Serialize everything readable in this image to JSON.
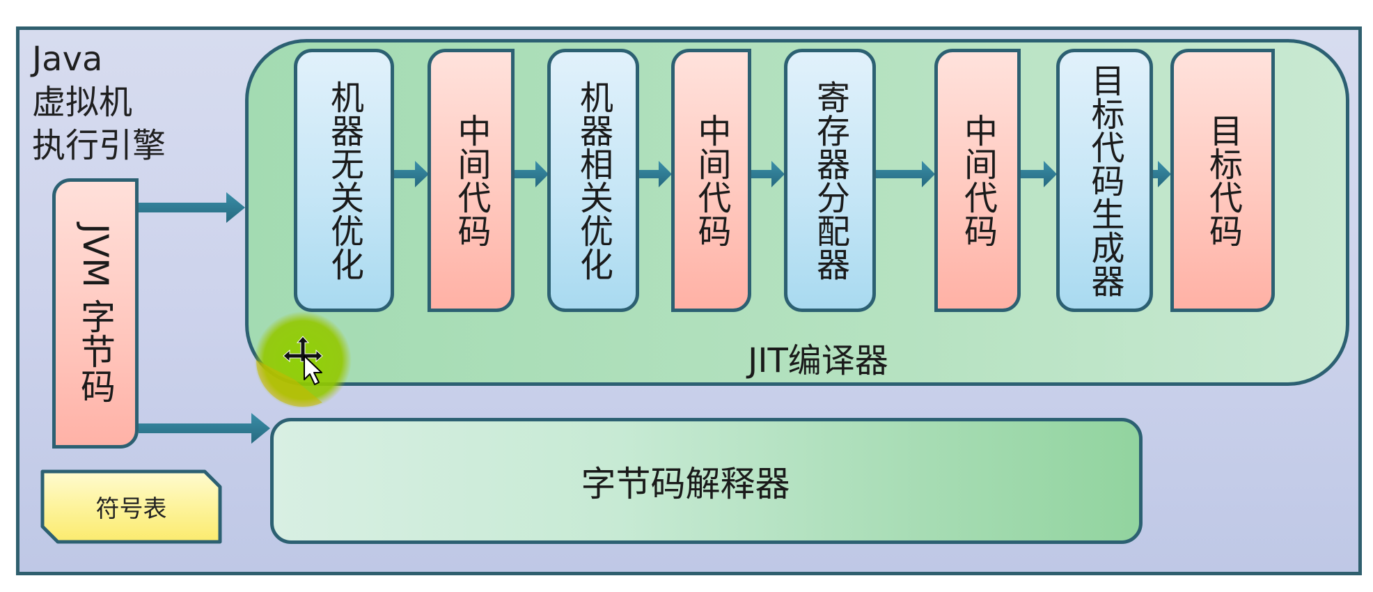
{
  "engine": {
    "title_lines": [
      "Java",
      "虚拟机",
      "执行引擎"
    ]
  },
  "input": {
    "label": "JVM 字节码"
  },
  "jit": {
    "label": "JIT编译器",
    "stages": [
      {
        "label": "机器无关优化",
        "kind": "process"
      },
      {
        "label": "中间代码",
        "kind": "artifact"
      },
      {
        "label": "机器相关优化",
        "kind": "process"
      },
      {
        "label": "中间代码",
        "kind": "artifact"
      },
      {
        "label": "寄存器分配器",
        "kind": "process"
      },
      {
        "label": "中间代码",
        "kind": "artifact"
      },
      {
        "label": "目标代码生成器",
        "kind": "process"
      },
      {
        "label": "目标代码",
        "kind": "artifact"
      }
    ]
  },
  "interpreter": {
    "label": "字节码解释器"
  },
  "symbol_table": {
    "label": "符号表"
  },
  "colors": {
    "border": "#2c6072",
    "arrow": "#2e7b94",
    "process_fill": "#c6e6f6",
    "artifact_fill": "#ffc9bf",
    "jit_fill": "#b6e2c1",
    "interpreter_fill": "#a7dcb4",
    "symbol_fill": "#fdf39a",
    "background": "#cdd3ec",
    "cursor_highlight": "#8fcf00"
  },
  "cursor": {
    "icon": "move-cursor-icon"
  }
}
